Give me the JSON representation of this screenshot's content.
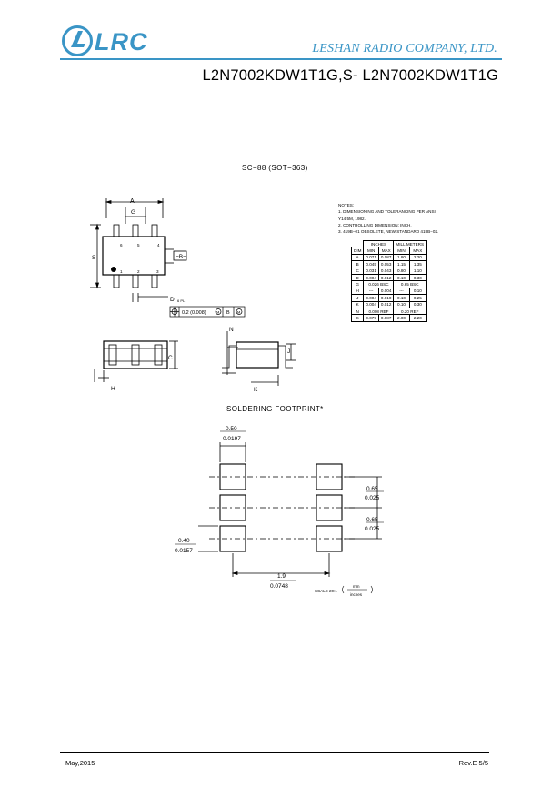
{
  "header": {
    "logo_text": "LRC",
    "company": "LESHAN RADIO COMPANY, LTD.",
    "part_number": "L2N7002KDW1T1G,S- L2N7002KDW1T1G"
  },
  "package": {
    "title": "SC−88 (SOT−363)",
    "labels": {
      "A": "A",
      "G": "G",
      "S": "S",
      "B": "−B−",
      "D": "D",
      "D_sub": "6 PL",
      "C": "C",
      "H": "H",
      "N": "N",
      "J": "J",
      "K": "K"
    },
    "pins_top": [
      "6",
      "5",
      "4"
    ],
    "pins_bottom": [
      "1",
      "2",
      "3"
    ],
    "tolerance_frame": [
      "0.2 (0.008)",
      "M",
      "B",
      "M"
    ]
  },
  "notes": {
    "title": "NOTES:",
    "items": [
      "1. DIMENSIONING AND TOLERANCING PER ANSI",
      "    Y14.5M, 1982.",
      "2. CONTROLLING DIMENSION: INCH.",
      "3. 419B−01 OBSOLETE, NEW STANDARD 419B−02."
    ]
  },
  "dim_table": {
    "group_headers": [
      "INCHES",
      "MILLIMETERS"
    ],
    "columns": [
      "DIM",
      "MIN",
      "MAX",
      "MIN",
      "MAX"
    ],
    "rows": [
      [
        "A",
        "0.071",
        "0.087",
        "1.80",
        "2.20"
      ],
      [
        "B",
        "0.045",
        "0.053",
        "1.15",
        "1.35"
      ],
      [
        "C",
        "0.031",
        "0.043",
        "0.80",
        "1.10"
      ],
      [
        "D",
        "0.004",
        "0.012",
        "0.10",
        "0.30"
      ],
      [
        "G",
        "0.026 BSC",
        "",
        "0.65 BSC",
        ""
      ],
      [
        "H",
        "---",
        "0.004",
        "---",
        "0.10"
      ],
      [
        "J",
        "0.004",
        "0.010",
        "0.10",
        "0.25"
      ],
      [
        "K",
        "0.004",
        "0.012",
        "0.10",
        "0.30"
      ],
      [
        "N",
        "0.008 REF",
        "",
        "0.20 REF",
        ""
      ],
      [
        "S",
        "0.079",
        "0.087",
        "2.00",
        "2.20"
      ]
    ]
  },
  "footprint": {
    "title": "SOLDERING FOOTPRINT*",
    "pad_width_mm": "0.50",
    "pad_width_in": "0.0197",
    "pitch1_mm": "0.65",
    "pitch1_in": "0.025",
    "pitch2_mm": "0.65",
    "pitch2_in": "0.025",
    "pad_len_mm": "0.40",
    "pad_len_in": "0.0157",
    "span_mm": "1.9",
    "span_in": "0.0748",
    "scale": "SCALE 20:1",
    "unit_num": "mm",
    "unit_den": "inches"
  },
  "footer": {
    "date": "May,2015",
    "revision": "Rev.E 5/5"
  },
  "colors": {
    "brand": "#3a95c6"
  }
}
